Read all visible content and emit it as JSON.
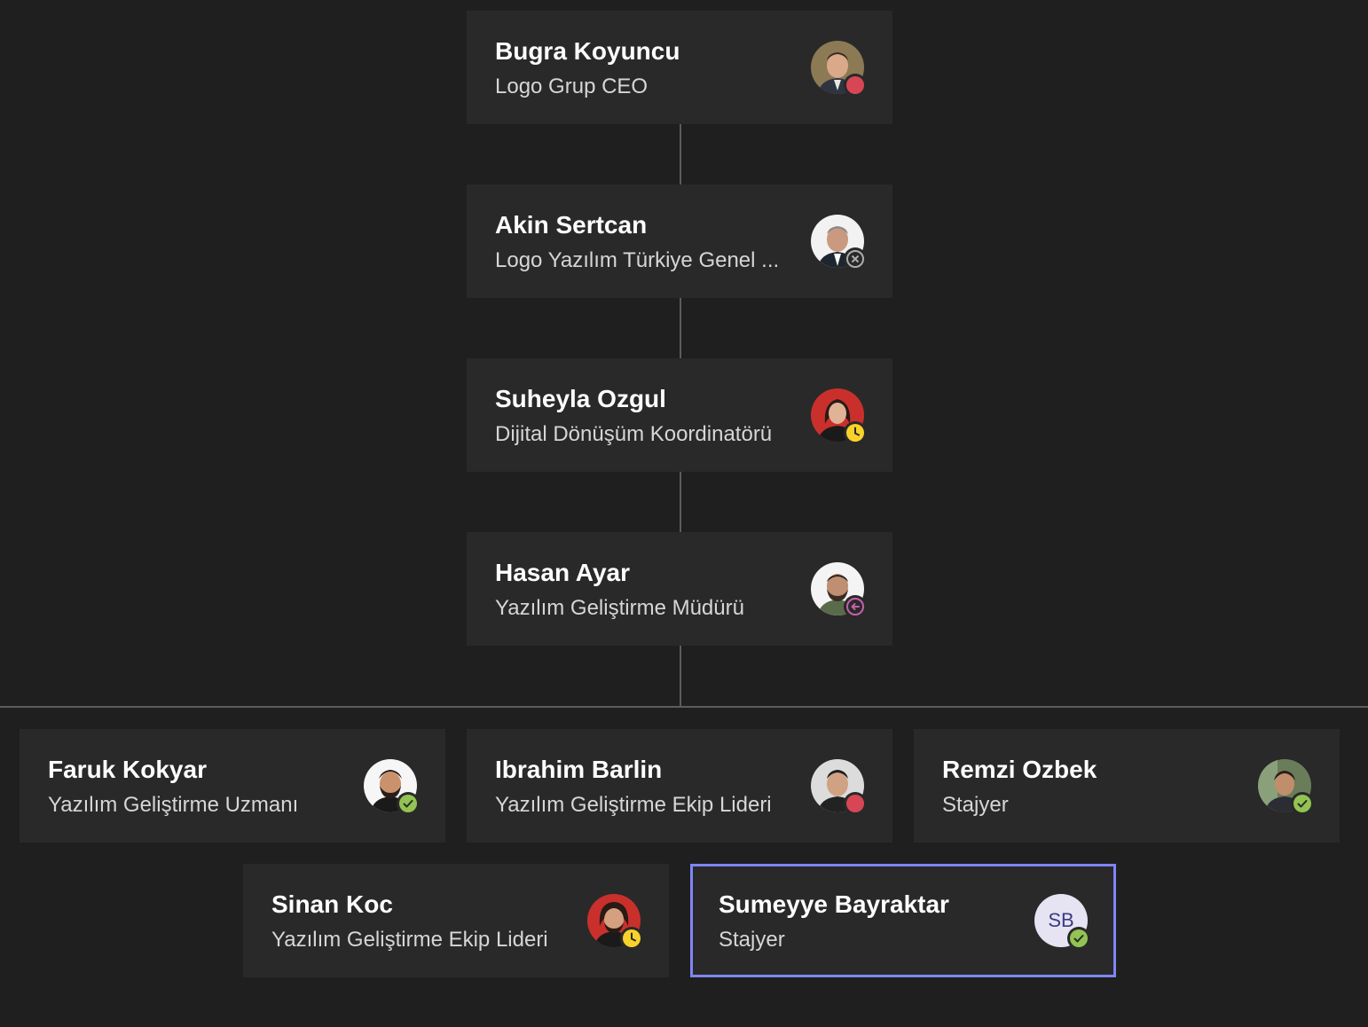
{
  "org_chart": {
    "chain": [
      {
        "name": "Bugra Koyuncu",
        "title": "Logo Grup CEO",
        "presence": "busy"
      },
      {
        "name": "Akin Sertcan",
        "title": "Logo Yazılım Türkiye Genel ...",
        "presence": "offline"
      },
      {
        "name": "Suheyla Ozgul",
        "title": "Dijital Dönüşüm Koordinatörü",
        "presence": "away"
      },
      {
        "name": "Hasan Ayar",
        "title": "Yazılım Geliştirme Müdürü",
        "presence": "out-of-office"
      }
    ],
    "reports": [
      {
        "name": "Faruk Kokyar",
        "title": "Yazılım Geliştirme Uzmanı",
        "presence": "available"
      },
      {
        "name": "Ibrahim Barlin",
        "title": "Yazılım Geliştirme Ekip Lideri",
        "presence": "busy"
      },
      {
        "name": "Remzi Ozbek",
        "title": "Stajyer",
        "presence": "available"
      },
      {
        "name": "Sinan Koc",
        "title": "Yazılım Geliştirme Ekip Lideri",
        "presence": "away"
      },
      {
        "name": "Sumeyye Bayraktar",
        "title": "Stajyer",
        "presence": "available",
        "initials": "SB",
        "selected": true
      }
    ]
  },
  "colors": {
    "background": "#1f1f1f",
    "card": "#292929",
    "selected_border": "#7f85f5",
    "busy": "#d74654",
    "available": "#92c353",
    "away": "#f8d22a",
    "out_of_office": "#c75fad",
    "offline": "#adadad"
  }
}
